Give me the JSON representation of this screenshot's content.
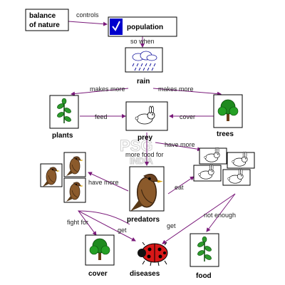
{
  "nodes": {
    "balance": {
      "line1": "balance",
      "line2": "of nature"
    },
    "population": {
      "label": "population"
    },
    "rain": {
      "label": "rain"
    },
    "plants": {
      "label": "plants"
    },
    "prey": {
      "label": "prey"
    },
    "trees": {
      "label": "trees"
    },
    "predators": {
      "label": "predators"
    },
    "cover": {
      "label": "cover"
    },
    "diseases": {
      "label": "diseases"
    },
    "food": {
      "label": "food"
    }
  },
  "edges": {
    "controls": "controls",
    "so_when": "so when",
    "makes_more_left": "makes more",
    "makes_more_right": "makes more",
    "feed": "feed",
    "cover": "cover",
    "more_food_for": "more food for",
    "have_more_prey": "have more",
    "have_more_predators": "have more",
    "eat": "eat",
    "fight_for": "fight for",
    "get_left": "get",
    "get_right": "get",
    "not_enough": "not enough"
  },
  "watermark": {
    "brand": "PSG",
    "region": "INDIA"
  },
  "colors": {
    "edge": "#7a1a7a",
    "check_bg": "#0000cc"
  },
  "icons": [
    "checkmark-icon",
    "rain-cloud-icon",
    "plant-icon",
    "rabbit-icon",
    "tree-icon",
    "bird-icon",
    "ladybug-icon"
  ]
}
